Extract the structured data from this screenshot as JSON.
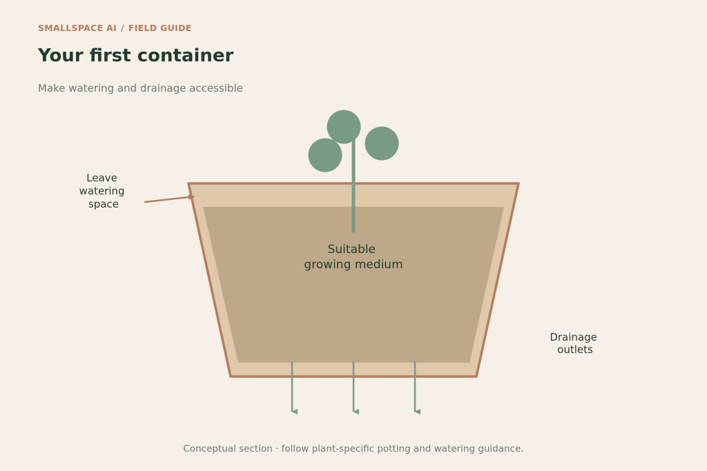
{
  "header": {
    "brand": "SMALLSPACE AI",
    "separator": "/",
    "section": "FIELD GUIDE",
    "title": "Your first container",
    "subtitle": "Make watering and drainage accessible"
  },
  "diagram": {
    "watering_label": [
      "Leave",
      "watering",
      "space"
    ],
    "medium_label": [
      "Suitable",
      "growing medium"
    ],
    "drainage_label": [
      "Drainage",
      "outlets"
    ]
  },
  "colors": {
    "background": "#f6f0e8",
    "accent": "#b47c5e",
    "pot_fill": "#e0c8ab",
    "medium_fill": "#bda98a",
    "plant": "#7a9b83",
    "text_dark": "#233b31"
  },
  "caption": "Conceptual section · follow plant-specific potting and watering guidance."
}
